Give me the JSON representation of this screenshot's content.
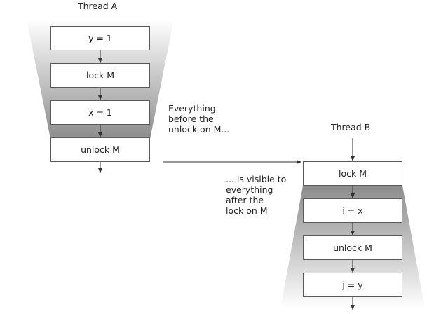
{
  "thread_a": {
    "label": "Thread A",
    "steps": [
      "y = 1",
      "lock M",
      "x = 1",
      "unlock M"
    ]
  },
  "thread_b": {
    "label": "Thread B",
    "steps": [
      "lock M",
      "i = x",
      "unlock M",
      "j = y"
    ]
  },
  "annotation_before": [
    "Everything",
    "before the",
    "unlock on M..."
  ],
  "annotation_after": [
    "... is visible to",
    "everything",
    "after the",
    "lock on M"
  ],
  "colors": {
    "gradient_dark": "#8c8c8c",
    "gradient_light": "#ffffff",
    "box_border": "#5a5a5a",
    "arrow": "#333333"
  }
}
